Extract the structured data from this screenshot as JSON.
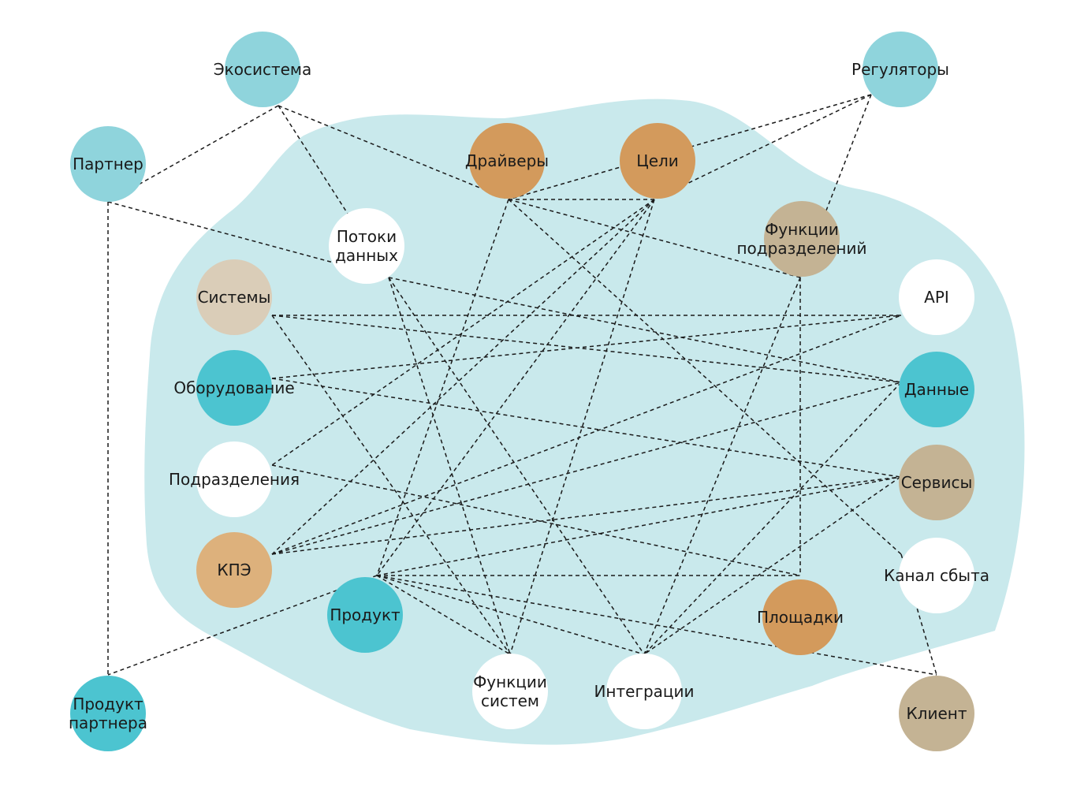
{
  "colors": {
    "blob": "#c9e9ec",
    "ecosystem": "#8fd4dc",
    "core": "#4cc4d0",
    "orange": "#d39a5c",
    "light_orange": "#ddb17c",
    "beige": "#c4b394",
    "light_beige": "#dacdb8",
    "white": "#ffffff",
    "edge": "#1a1a1a"
  },
  "nodes": [
    {
      "id": "ecosystem",
      "lines": [
        "Экосистема"
      ],
      "color": "ecosystem"
    },
    {
      "id": "regulators",
      "lines": [
        "Регуляторы"
      ],
      "color": "ecosystem"
    },
    {
      "id": "partner",
      "lines": [
        "Партнер"
      ],
      "color": "ecosystem"
    },
    {
      "id": "drivers",
      "lines": [
        "Драйверы"
      ],
      "color": "orange"
    },
    {
      "id": "goals",
      "lines": [
        "Цели"
      ],
      "color": "orange"
    },
    {
      "id": "dept_functions",
      "lines": [
        "Функции",
        "подразделений"
      ],
      "color": "beige"
    },
    {
      "id": "data_flows",
      "lines": [
        "Потоки",
        "данных"
      ],
      "color": "white"
    },
    {
      "id": "systems",
      "lines": [
        "Системы"
      ],
      "color": "light_beige"
    },
    {
      "id": "api",
      "lines": [
        "API"
      ],
      "color": "white"
    },
    {
      "id": "equipment",
      "lines": [
        "Оборудование"
      ],
      "color": "core"
    },
    {
      "id": "data",
      "lines": [
        "Данные"
      ],
      "color": "core"
    },
    {
      "id": "departments",
      "lines": [
        "Подразделения"
      ],
      "color": "white"
    },
    {
      "id": "services",
      "lines": [
        "Сервисы"
      ],
      "color": "beige"
    },
    {
      "id": "kpi",
      "lines": [
        "КПЭ"
      ],
      "color": "light_orange"
    },
    {
      "id": "sales_channel",
      "lines": [
        "Канал сбыта"
      ],
      "color": "white"
    },
    {
      "id": "product",
      "lines": [
        "Продукт"
      ],
      "color": "core"
    },
    {
      "id": "sites",
      "lines": [
        "Площадки"
      ],
      "color": "orange"
    },
    {
      "id": "system_functions",
      "lines": [
        "Функции",
        "систем"
      ],
      "color": "white"
    },
    {
      "id": "integrations",
      "lines": [
        "Интеграции"
      ],
      "color": "white"
    },
    {
      "id": "partner_product",
      "lines": [
        "Продукт",
        "партнера"
      ],
      "color": "core"
    },
    {
      "id": "client",
      "lines": [
        "Клиент"
      ],
      "color": "beige"
    }
  ],
  "edges": [
    [
      "ecosystem",
      "partner"
    ],
    [
      "ecosystem",
      "data_flows"
    ],
    [
      "ecosystem",
      "drivers"
    ],
    [
      "regulators",
      "drivers"
    ],
    [
      "regulators",
      "goals"
    ],
    [
      "regulators",
      "dept_functions"
    ],
    [
      "partner",
      "data_flows"
    ],
    [
      "partner",
      "partner_product"
    ],
    [
      "drivers",
      "goals"
    ],
    [
      "drivers",
      "dept_functions"
    ],
    [
      "drivers",
      "product"
    ],
    [
      "drivers",
      "sales_channel"
    ],
    [
      "goals",
      "departments"
    ],
    [
      "goals",
      "kpi"
    ],
    [
      "goals",
      "product"
    ],
    [
      "goals",
      "system_functions"
    ],
    [
      "dept_functions",
      "sites"
    ],
    [
      "dept_functions",
      "integrations"
    ],
    [
      "data_flows",
      "data"
    ],
    [
      "data_flows",
      "system_functions"
    ],
    [
      "data_flows",
      "integrations"
    ],
    [
      "systems",
      "api"
    ],
    [
      "systems",
      "data"
    ],
    [
      "systems",
      "system_functions"
    ],
    [
      "equipment",
      "api"
    ],
    [
      "equipment",
      "services"
    ],
    [
      "departments",
      "sites"
    ],
    [
      "kpi",
      "api"
    ],
    [
      "kpi",
      "data"
    ],
    [
      "kpi",
      "services"
    ],
    [
      "product",
      "sites"
    ],
    [
      "product",
      "services"
    ],
    [
      "product",
      "client"
    ],
    [
      "product",
      "partner_product"
    ],
    [
      "product",
      "integrations"
    ],
    [
      "product",
      "system_functions"
    ],
    [
      "data",
      "integrations"
    ],
    [
      "services",
      "integrations"
    ],
    [
      "sales_channel",
      "client"
    ]
  ]
}
